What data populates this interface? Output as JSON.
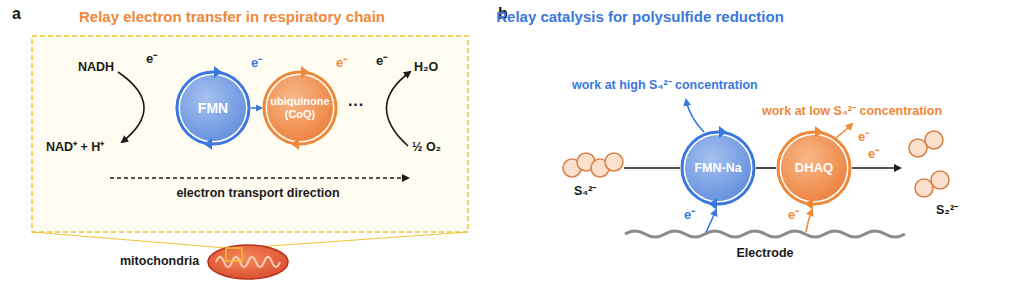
{
  "diagram": {
    "nodes": [
      {
        "text": [
          "FMN"
        ]
      },
      {
        "text": [
          "ubiquinone (CoQ)"
        ]
      },
      {
        "text": [
          "FMN-Na"
        ]
      },
      {
        "text": [
          "DHAQ"
        ]
      }
    ],
    "edges": [
      {
        "from": 0,
        "to": 1,
        "arrow": "to",
        "label": "e⁻"
      },
      {
        "from": 2,
        "to": 3,
        "arrow": "none"
      }
    ],
    "labels": [
      "a",
      "Relay electron transfer in respiratory chain",
      "NADH",
      "e⁻",
      "NAD⁺ + H⁺",
      "e⁻",
      "···",
      "e⁻",
      "H₂O",
      "½ O₂",
      "electron transport direction",
      "mitochondria",
      "b",
      "Relay catalysis for polysulfide reduction",
      "work at high S₄²⁻ concentration",
      "work at low S₄²⁻ concentration",
      "S₄²⁻",
      "e⁻",
      "e⁻",
      "S₂²⁻",
      "e⁻",
      "e⁻",
      "Electrode"
    ]
  }
}
